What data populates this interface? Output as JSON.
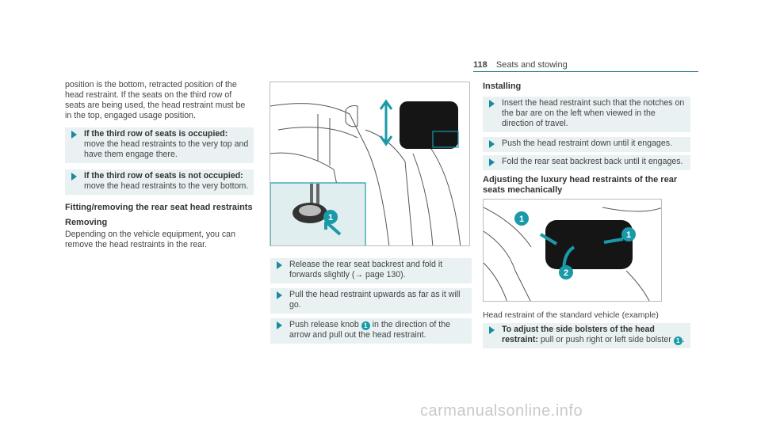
{
  "header": {
    "page_number": "118",
    "section": "Seats and stowing"
  },
  "col1": {
    "intro": "position is the bottom, retracted position of the head restraint. If the seats on the third row of seats are being used, the head restraint must be in the top, engaged usage position.",
    "steps": [
      {
        "bold": "If the third row of seats is occupied:",
        "text": " move the head restraints to the very top and have them engage there."
      },
      {
        "bold": "If the third row of seats is not occupied:",
        "text": " move the head restraints to the very bottom."
      }
    ],
    "heading": "Fitting/removing the rear seat head restraints",
    "subheading": "Removing",
    "para": "Depending on the vehicle equipment, you can remove the head restraints in the rear."
  },
  "col2": {
    "steps": [
      {
        "text": "Release the rear seat backrest and fold it forwards slightly (→ page 130)."
      },
      {
        "text": "Pull the head restraint upwards as far as it will go."
      },
      {
        "pre": "Push release knob ",
        "num": "1",
        "post": " in the direction of the arrow and pull out the head restraint."
      }
    ]
  },
  "col3": {
    "heading": "Installing",
    "steps": [
      {
        "text": "Insert the head restraint such that the notches on the bar are on the left when viewed in the direction of travel."
      },
      {
        "text": "Push the head restraint down until it engages."
      },
      {
        "text": "Fold the rear seat backrest back until it engages."
      }
    ],
    "heading2": "Adjusting the luxury head restraints of the rear seats mechanically",
    "caption": "Head restraint of the standard vehicle (example)",
    "final_step": {
      "bold": "To adjust the side bolsters of the head restraint:",
      "text": " pull or push right or left side bolster ",
      "num": "1",
      "post": "."
    }
  },
  "figure1": {
    "callout": "1"
  },
  "figure2": {
    "callout_a": "1",
    "callout_b": "1",
    "callout_c": "2"
  },
  "colors": {
    "accent": "#1a9aa8",
    "step_bg": "#e9f1f2",
    "rule": "#1a6f80"
  },
  "watermark": "carmanualsonline.info"
}
